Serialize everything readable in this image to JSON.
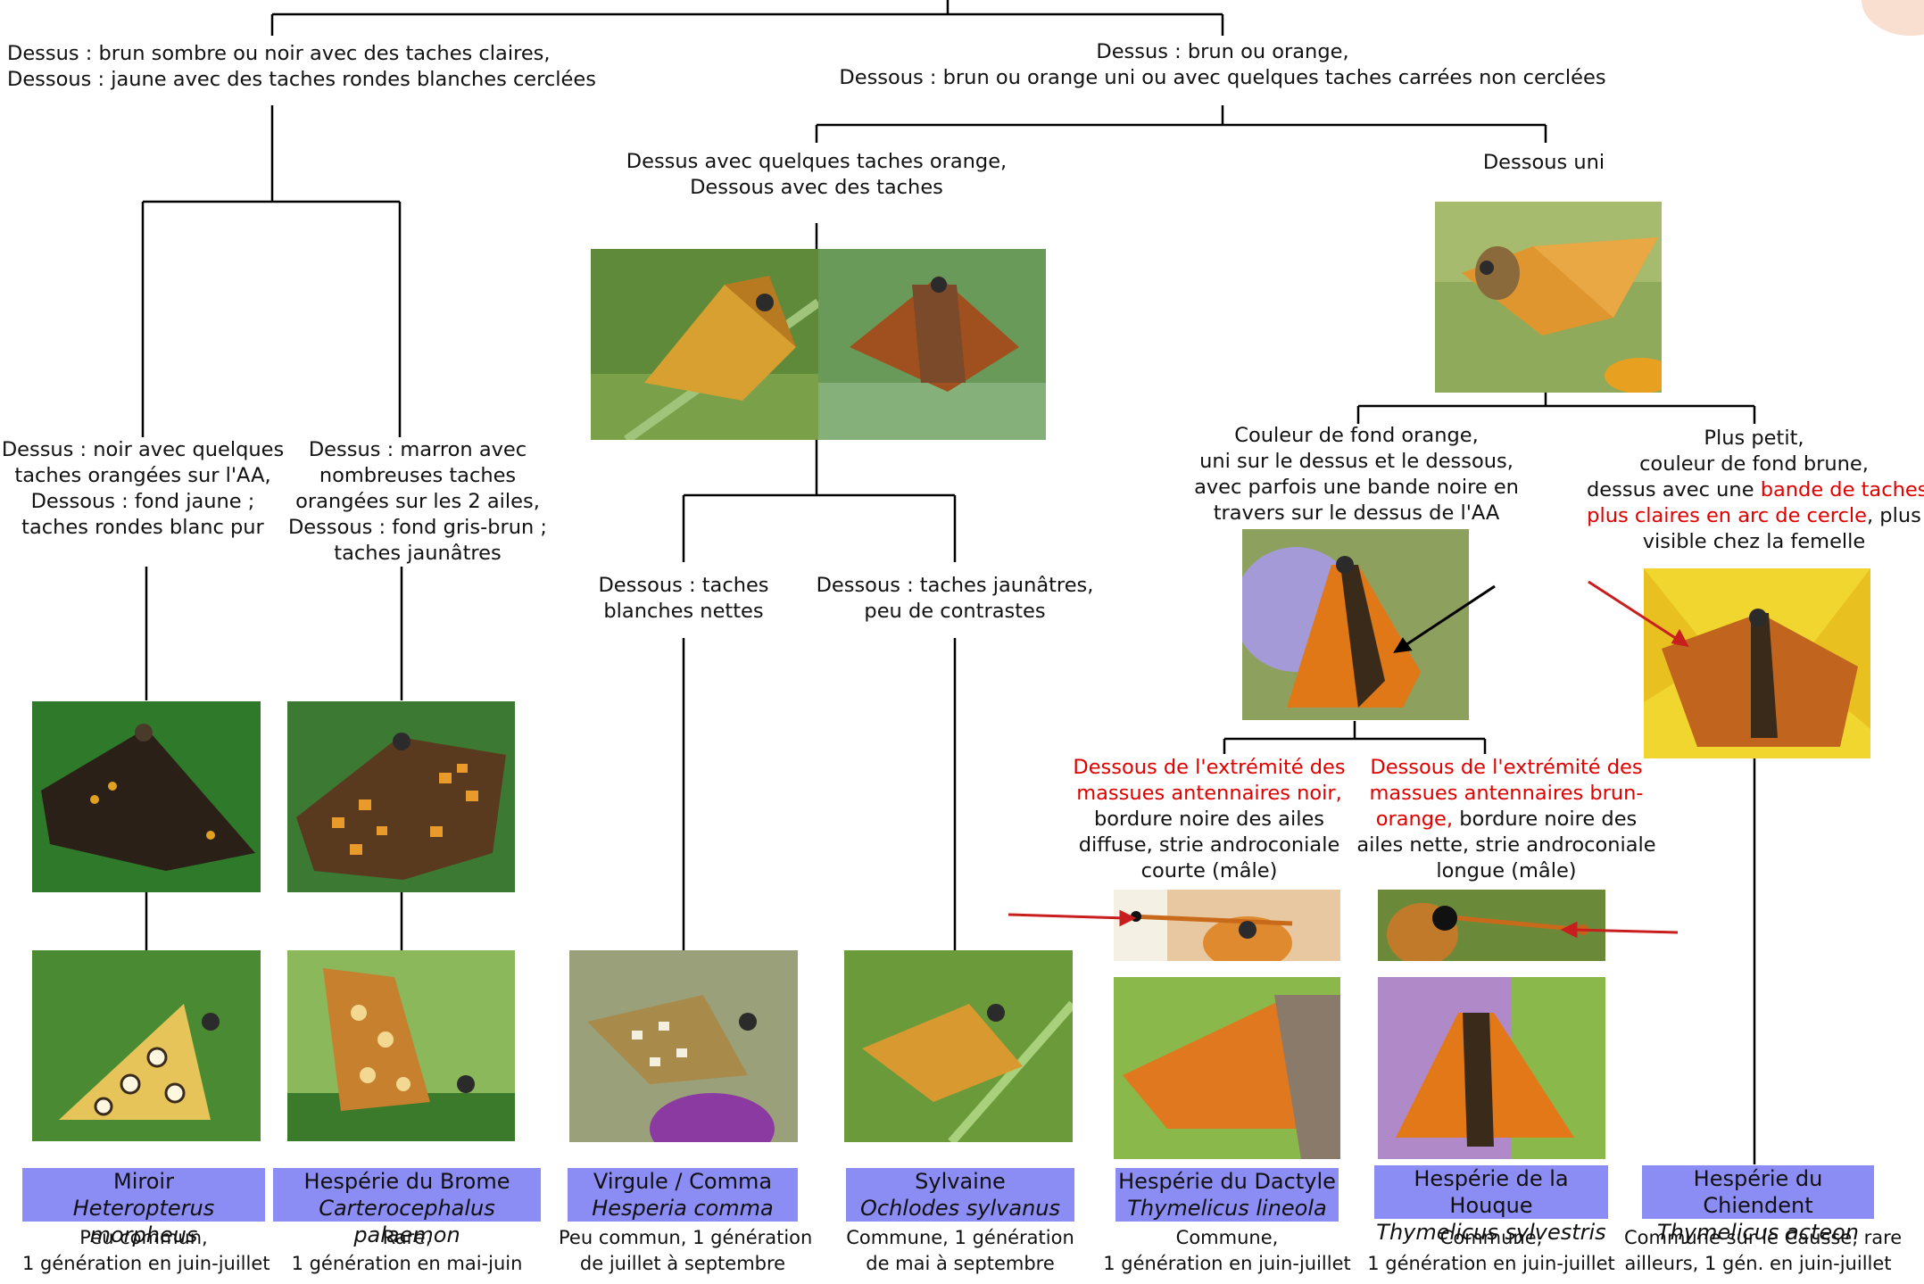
{
  "nodes": {
    "n1": [
      "Dessus : brun sombre ou noir avec des taches claires,",
      "Dessous : jaune avec des taches rondes blanches cerclées"
    ],
    "n2": [
      "Dessus : brun ou orange,",
      "Dessous : brun ou orange uni ou avec quelques taches carrées non cerclées"
    ],
    "n3": [
      "Dessus avec quelques taches orange,",
      "Dessous avec des taches"
    ],
    "n4": [
      "Dessous uni"
    ],
    "n5": [
      "Dessus : noir avec quelques",
      "taches orangées sur l'AA,",
      "Dessous : fond jaune ;",
      "taches rondes blanc pur"
    ],
    "n6": [
      "Dessus : marron avec",
      "nombreuses taches",
      "orangées sur les 2 ailes,",
      "Dessous : fond gris-brun ;",
      "taches jaunâtres"
    ],
    "n7": [
      "Dessous : taches",
      "blanches nettes"
    ],
    "n8": [
      "Dessous : taches jaunâtres,",
      "peu de contrastes"
    ],
    "n9": [
      "Couleur de fond orange,",
      "uni sur le dessus et le dessous,",
      "avec parfois une bande noire en",
      "travers sur le dessus de l'AA"
    ],
    "n10": {
      "l1": "Plus petit,",
      "l2": "couleur de fond brune,",
      "l3a": "dessus avec une ",
      "l3b": "bande de taches",
      "l4a": "plus claires en arc de cercle",
      "l4b": ", plus",
      "l5": "visible chez la femelle"
    },
    "n11": {
      "red1": "Dessous de l'extrémité des",
      "red2": "massues antennaires noir,",
      "l3": "bordure noire des ailes",
      "l4": "diffuse, strie androconiale",
      "l5": "courte (mâle)"
    },
    "n12": {
      "red1": "Dessous de l'extrémité des",
      "red2": "massues antennaires brun-",
      "red3": "orange,",
      "l3b": " bordure noire des",
      "l4": "ailes nette, strie androconiale",
      "l5": "longue (mâle)"
    }
  },
  "species": [
    {
      "common": "Miroir",
      "latin": "Heteropterus morpheus",
      "info1": "Peu commun,",
      "info2": "1 génération en juin-juillet"
    },
    {
      "common": "Hespérie du Brome",
      "latin": "Carterocephalus palaemon",
      "info1": "Rare,",
      "info2": "1 génération en mai-juin"
    },
    {
      "common": "Virgule / Comma",
      "latin": "Hesperia comma",
      "info1": "Peu commun, 1 génération",
      "info2": "de juillet à septembre"
    },
    {
      "common": "Sylvaine",
      "latin": "Ochlodes sylvanus",
      "info1": "Commune, 1 génération",
      "info2": "de mai à septembre"
    },
    {
      "common": "Hespérie du Dactyle",
      "latin": "Thymelicus lineola",
      "info1": "Commune,",
      "info2": "1 génération en juin-juillet"
    },
    {
      "common": "Hespérie de la Houque",
      "latin": "Thymelicus sylvestris",
      "info1": "Commune,",
      "info2": "1 génération en juin-juillet"
    },
    {
      "common": "Hespérie du Chiendent",
      "latin": "Thymelicus acteon",
      "info1": "Commune sur le Causse, rare",
      "info2": "ailleurs, 1 gén. en juin-juillet"
    }
  ],
  "colors": {
    "label_bg": "#8c8cf5",
    "highlight": "#e00000",
    "line": "#000000"
  }
}
